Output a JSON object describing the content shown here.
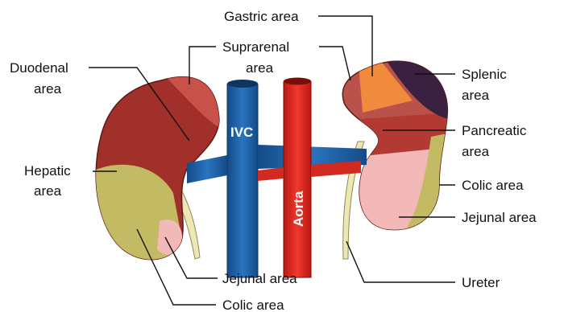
{
  "labels": {
    "gastric_area": "Gastric area",
    "suprarenal_area_line1": "Suprarenal",
    "suprarenal_area_line2": "area",
    "duodenal_area_line1": "Duodenal",
    "duodenal_area_line2": "area",
    "hepatic_area_line1": "Hepatic",
    "hepatic_area_line2": "area",
    "splenic_area_line1": "Splenic",
    "splenic_area_line2": "area",
    "pancreatic_area_line1": "Pancreatic",
    "pancreatic_area_line2": "area",
    "colic_area_right": "Colic area",
    "jejunal_area_right": "Jejunal area",
    "ureter": "Ureter",
    "jejunal_area_left": "Jejunal area",
    "colic_area_left": "Colic area"
  },
  "vessels": {
    "ivc": "IVC",
    "aorta": "Aorta"
  },
  "colors": {
    "kidney_red": "#b23a33",
    "hepatic_brown": "#a1302a",
    "colic_olive": "#c2bb63",
    "jejunal_pink": "#f2b9b8",
    "spleen_purple": "#3a2140",
    "gastric_orange": "#f08a3c",
    "ivc_blue": "#1d5fa3",
    "aorta_red": "#e8281e",
    "ureter_cream": "#ece7b5"
  }
}
